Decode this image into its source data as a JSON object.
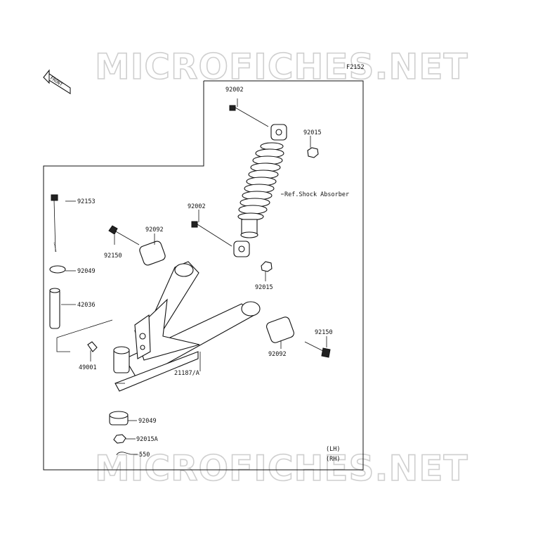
{
  "diagram_code": "F2152",
  "watermark_top": "MICROFICHES.NET",
  "watermark_bottom": "MICROFICHES.NET",
  "front_label": "FRONT",
  "callouts": {
    "p92002_top": "92002",
    "p92015_top": "92015",
    "shock_ref": "Ref.Shock Absorber",
    "p92002_mid": "92002",
    "p92015_mid": "92015",
    "p92153": "92153",
    "p92092_left": "92092",
    "p92150_left": "92150",
    "p92049_top": "92049",
    "p42036": "42036",
    "p49001": "49001",
    "p21187": "21187/A",
    "p92092_right": "92092",
    "p92150_right": "92150",
    "p92049_bottom": "92049",
    "p92015A": "92015A",
    "p550": "550"
  },
  "side_notes": [
    "(LH)",
    "(RH)"
  ]
}
